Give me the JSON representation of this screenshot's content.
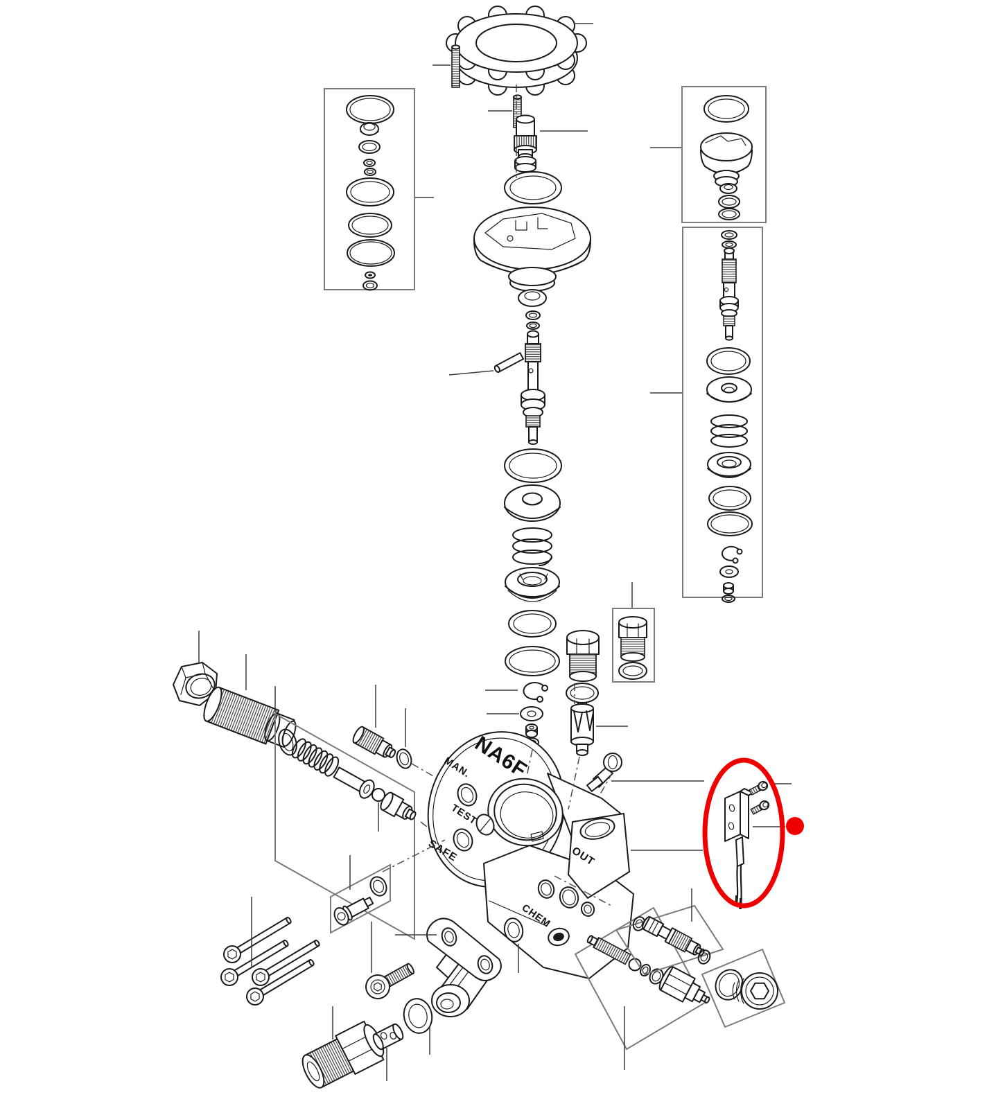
{
  "page": {
    "background": "#ffffff"
  },
  "diagram": {
    "kind": "exploded-parts-diagram",
    "line_color": "#1a1a1a",
    "box_color": "#7a7a7a",
    "highlight_color": "#ee0000",
    "labels": {
      "model": "NA6F",
      "man": "MAN.",
      "test": "TEST",
      "safe": "SAFE",
      "out": "OUT",
      "chem": "CHEM"
    },
    "highlight": {
      "shape": "ellipse",
      "marker": "dot",
      "highlighted_part": "switch-with-wires"
    },
    "part_groups": [
      "control-knob",
      "threaded-stud",
      "splined-adapter",
      "seal-kit-box",
      "cap-assembly",
      "valve-shaft",
      "roll-pin",
      "o-rings",
      "washer",
      "spring",
      "piston-guide",
      "retaining-ring",
      "hex-plug",
      "hex-plug-kit-box",
      "valve-cage",
      "cam-lever",
      "upper-cap-kit-box",
      "shaft-kit-box",
      "hex-nut",
      "hose-nipple",
      "unloader-kit-box",
      "straight-fitting",
      "check-ball",
      "valve-screw-kit-box",
      "socket-head-bolts",
      "socket-screw",
      "hex-adapter",
      "cross-pin",
      "seal-washer",
      "elbow-flange",
      "pump-body",
      "nipple-kit-box",
      "spool-kit-box",
      "plug-kit-box",
      "switch-with-wires",
      "switch-screws"
    ]
  }
}
